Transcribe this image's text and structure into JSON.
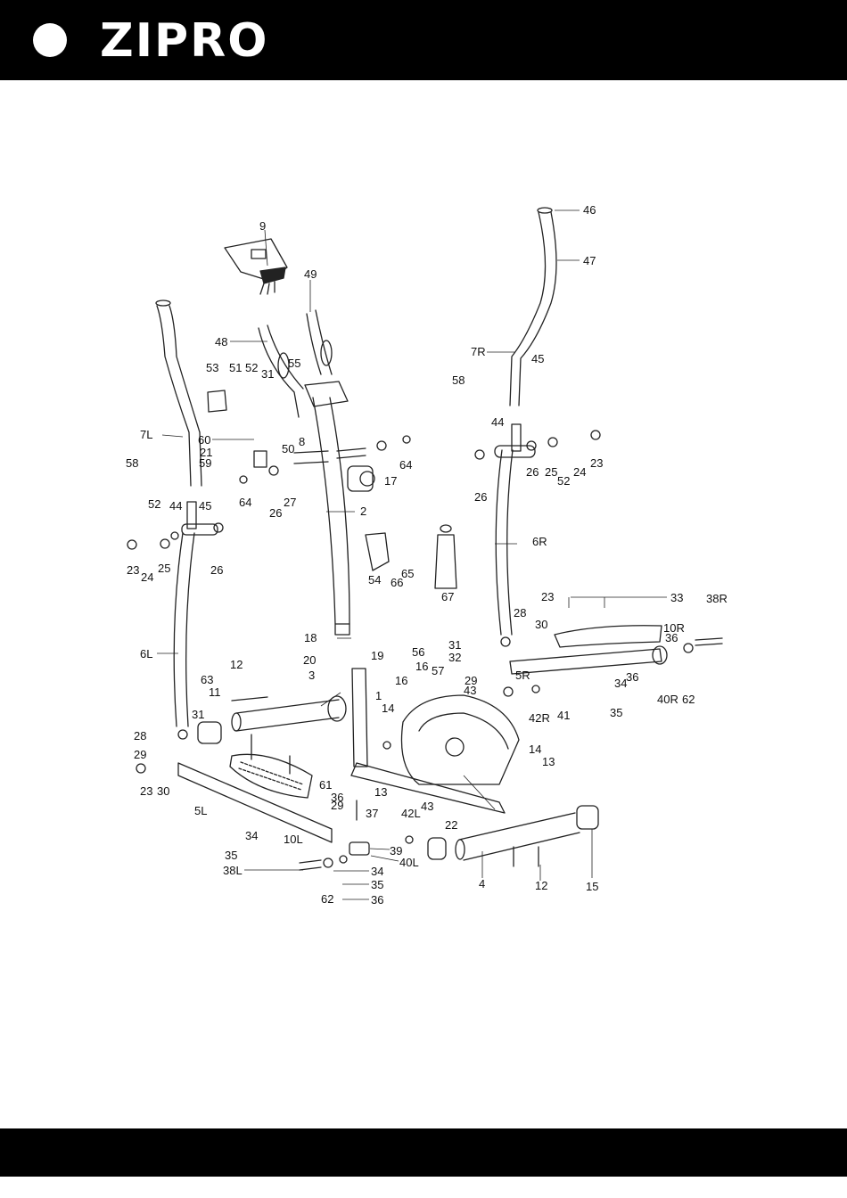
{
  "brand": {
    "logo_text": "ZIPRO"
  },
  "colors": {
    "header_bg": "#000000",
    "logo_fg": "#ffffff",
    "line": "#222222"
  },
  "diagram": {
    "type": "exploded-parts-diagram",
    "callouts": [
      "1",
      "2",
      "3",
      "4",
      "5L",
      "5R",
      "6L",
      "6R",
      "7L",
      "7R",
      "8",
      "9",
      "10L",
      "10R",
      "11",
      "12",
      "13",
      "14",
      "15",
      "16",
      "17",
      "18",
      "19",
      "20",
      "21",
      "22",
      "23",
      "24",
      "25",
      "26",
      "27",
      "28",
      "29",
      "30",
      "31",
      "32",
      "33",
      "34",
      "35",
      "36",
      "37",
      "38L",
      "38R",
      "39",
      "40L",
      "40R",
      "41",
      "42L",
      "42R",
      "43",
      "44",
      "45",
      "46",
      "47",
      "48",
      "49",
      "50",
      "51",
      "52",
      "53",
      "54",
      "55",
      "56",
      "57",
      "58",
      "59",
      "60",
      "61",
      "62",
      "63",
      "64",
      "65",
      "66",
      "67"
    ]
  }
}
